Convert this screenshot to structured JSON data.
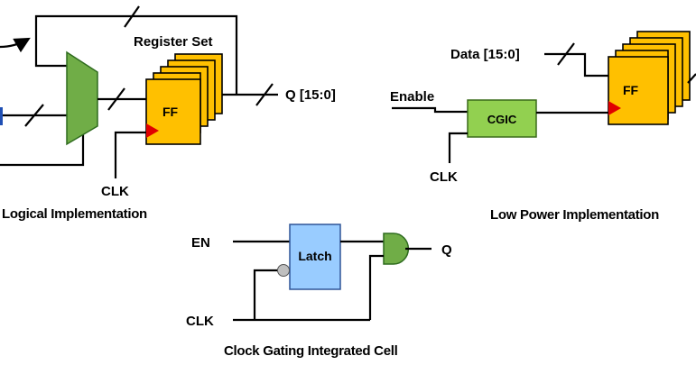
{
  "labels": {
    "register_set": "Register Set",
    "q_bus": "Q [15:0]",
    "ff": "FF",
    "clk": "CLK",
    "logical_caption": "Logical Implementation",
    "data_bus": "Data [15:0]",
    "enable": "Enable",
    "cgic": "CGIC",
    "low_power_caption": "Low Power Implementation",
    "en": "EN",
    "latch": "Latch",
    "q": "Q",
    "clock_gating_caption": "Clock Gating Integrated Cell"
  },
  "colors": {
    "flipflop": "#ffc000",
    "mux": "#70ad47",
    "cgic": "#92d050",
    "latch": "#99ccff",
    "clock_marker": "#e00000",
    "inverter_bubble": "#bfbfbf",
    "and_gate": "#70ad47"
  }
}
